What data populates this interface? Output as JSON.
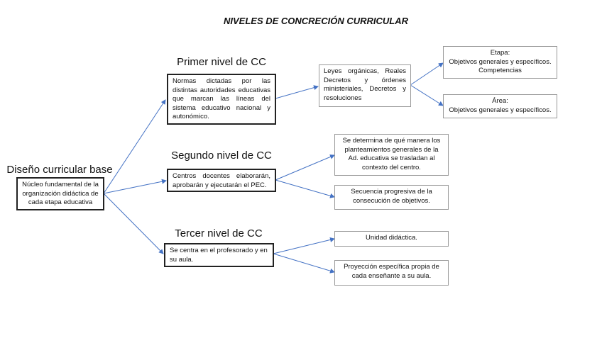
{
  "title": "NIVELES DE CONCRECIÓN CURRICULAR",
  "root": {
    "label": "Diseño curricular base",
    "text": "Núcleo fundamental de la organización didáctica de cada etapa educativa"
  },
  "levels": [
    {
      "label": "Primer nivel de CC",
      "text": "Normas dictadas por las distintas autoridades educativas que marcan las líneas del sistema educativo nacional y autonómico.",
      "children": [
        {
          "text": "Leyes orgánicas, Reales Decretos y órdenes ministeriales, Decretos y resoluciones",
          "children": [
            {
              "title": "Etapa:",
              "text": "Objetivos generales y específicos.",
              "extra": "Competencias"
            },
            {
              "title": "Área:",
              "text": "Objetivos generales y específicos."
            }
          ]
        }
      ]
    },
    {
      "label": "Segundo nivel de CC",
      "text": "Centros docentes elaborarán, aprobarán y ejecutarán el PEC.",
      "children": [
        {
          "text": "Se determina de qué manera los planteamientos generales de la Ad. educativa se trasladan al contexto del centro."
        },
        {
          "text": "Secuencia progresiva de la consecución de objetivos."
        }
      ]
    },
    {
      "label": "Tercer nivel de CC",
      "text": "Se centra en el profesorado y en su aula.",
      "children": [
        {
          "text": "Unidad didáctica."
        },
        {
          "text": "Proyección específica propia de cada enseñante a su aula."
        }
      ]
    }
  ],
  "colors": {
    "connector": "#4472C4",
    "main_border": "#222222",
    "secondary_border": "#999999"
  }
}
